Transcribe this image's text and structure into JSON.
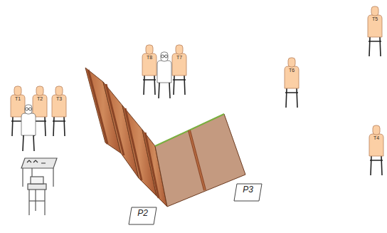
{
  "diagram": {
    "nodes": [
      {
        "text": [
          "T5"
        ]
      },
      {
        "text": [
          "T8"
        ]
      },
      {
        "text": [
          "T7"
        ]
      },
      {
        "text": [
          "T6"
        ]
      },
      {
        "text": [
          "T1"
        ]
      },
      {
        "text": [
          "T2"
        ]
      },
      {
        "text": [
          "T3"
        ]
      },
      {
        "text": [
          "T4"
        ]
      },
      {
        "text": [
          "P3"
        ]
      },
      {
        "text": [
          "P2"
        ]
      }
    ]
  }
}
